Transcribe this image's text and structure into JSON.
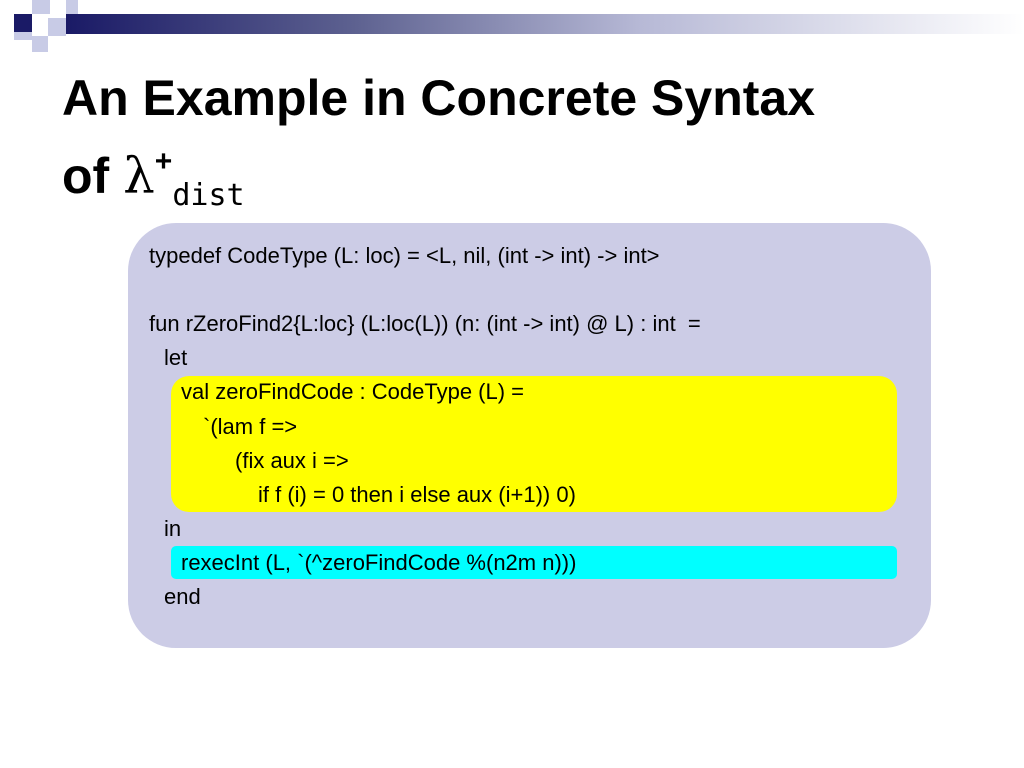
{
  "slide": {
    "title_line1": "An Example in Concrete Syntax",
    "title_of": "of ",
    "title_lambda": "λ",
    "title_plus": "+",
    "title_subscript": "dist"
  },
  "code": {
    "lines": [
      "typedef CodeType (L: loc) = <L, nil, (int -> int) -> int>",
      "fun rZeroFind2{L:loc} (L:loc(L)) (n: (int -> int) @ L) : int  =",
      "let",
      "val zeroFindCode : CodeType (L) =",
      "`(lam f =>",
      "(fix aux i =>",
      "if f (i) = 0 then i else aux (i+1)) 0)",
      "in",
      "rexecInt (L, `(^zeroFindCode %(n2m n)))",
      "end"
    ],
    "highlight_colors": {
      "yellow": "#ffff00",
      "cyan": "#00ffff",
      "box": "#cccce6"
    }
  }
}
